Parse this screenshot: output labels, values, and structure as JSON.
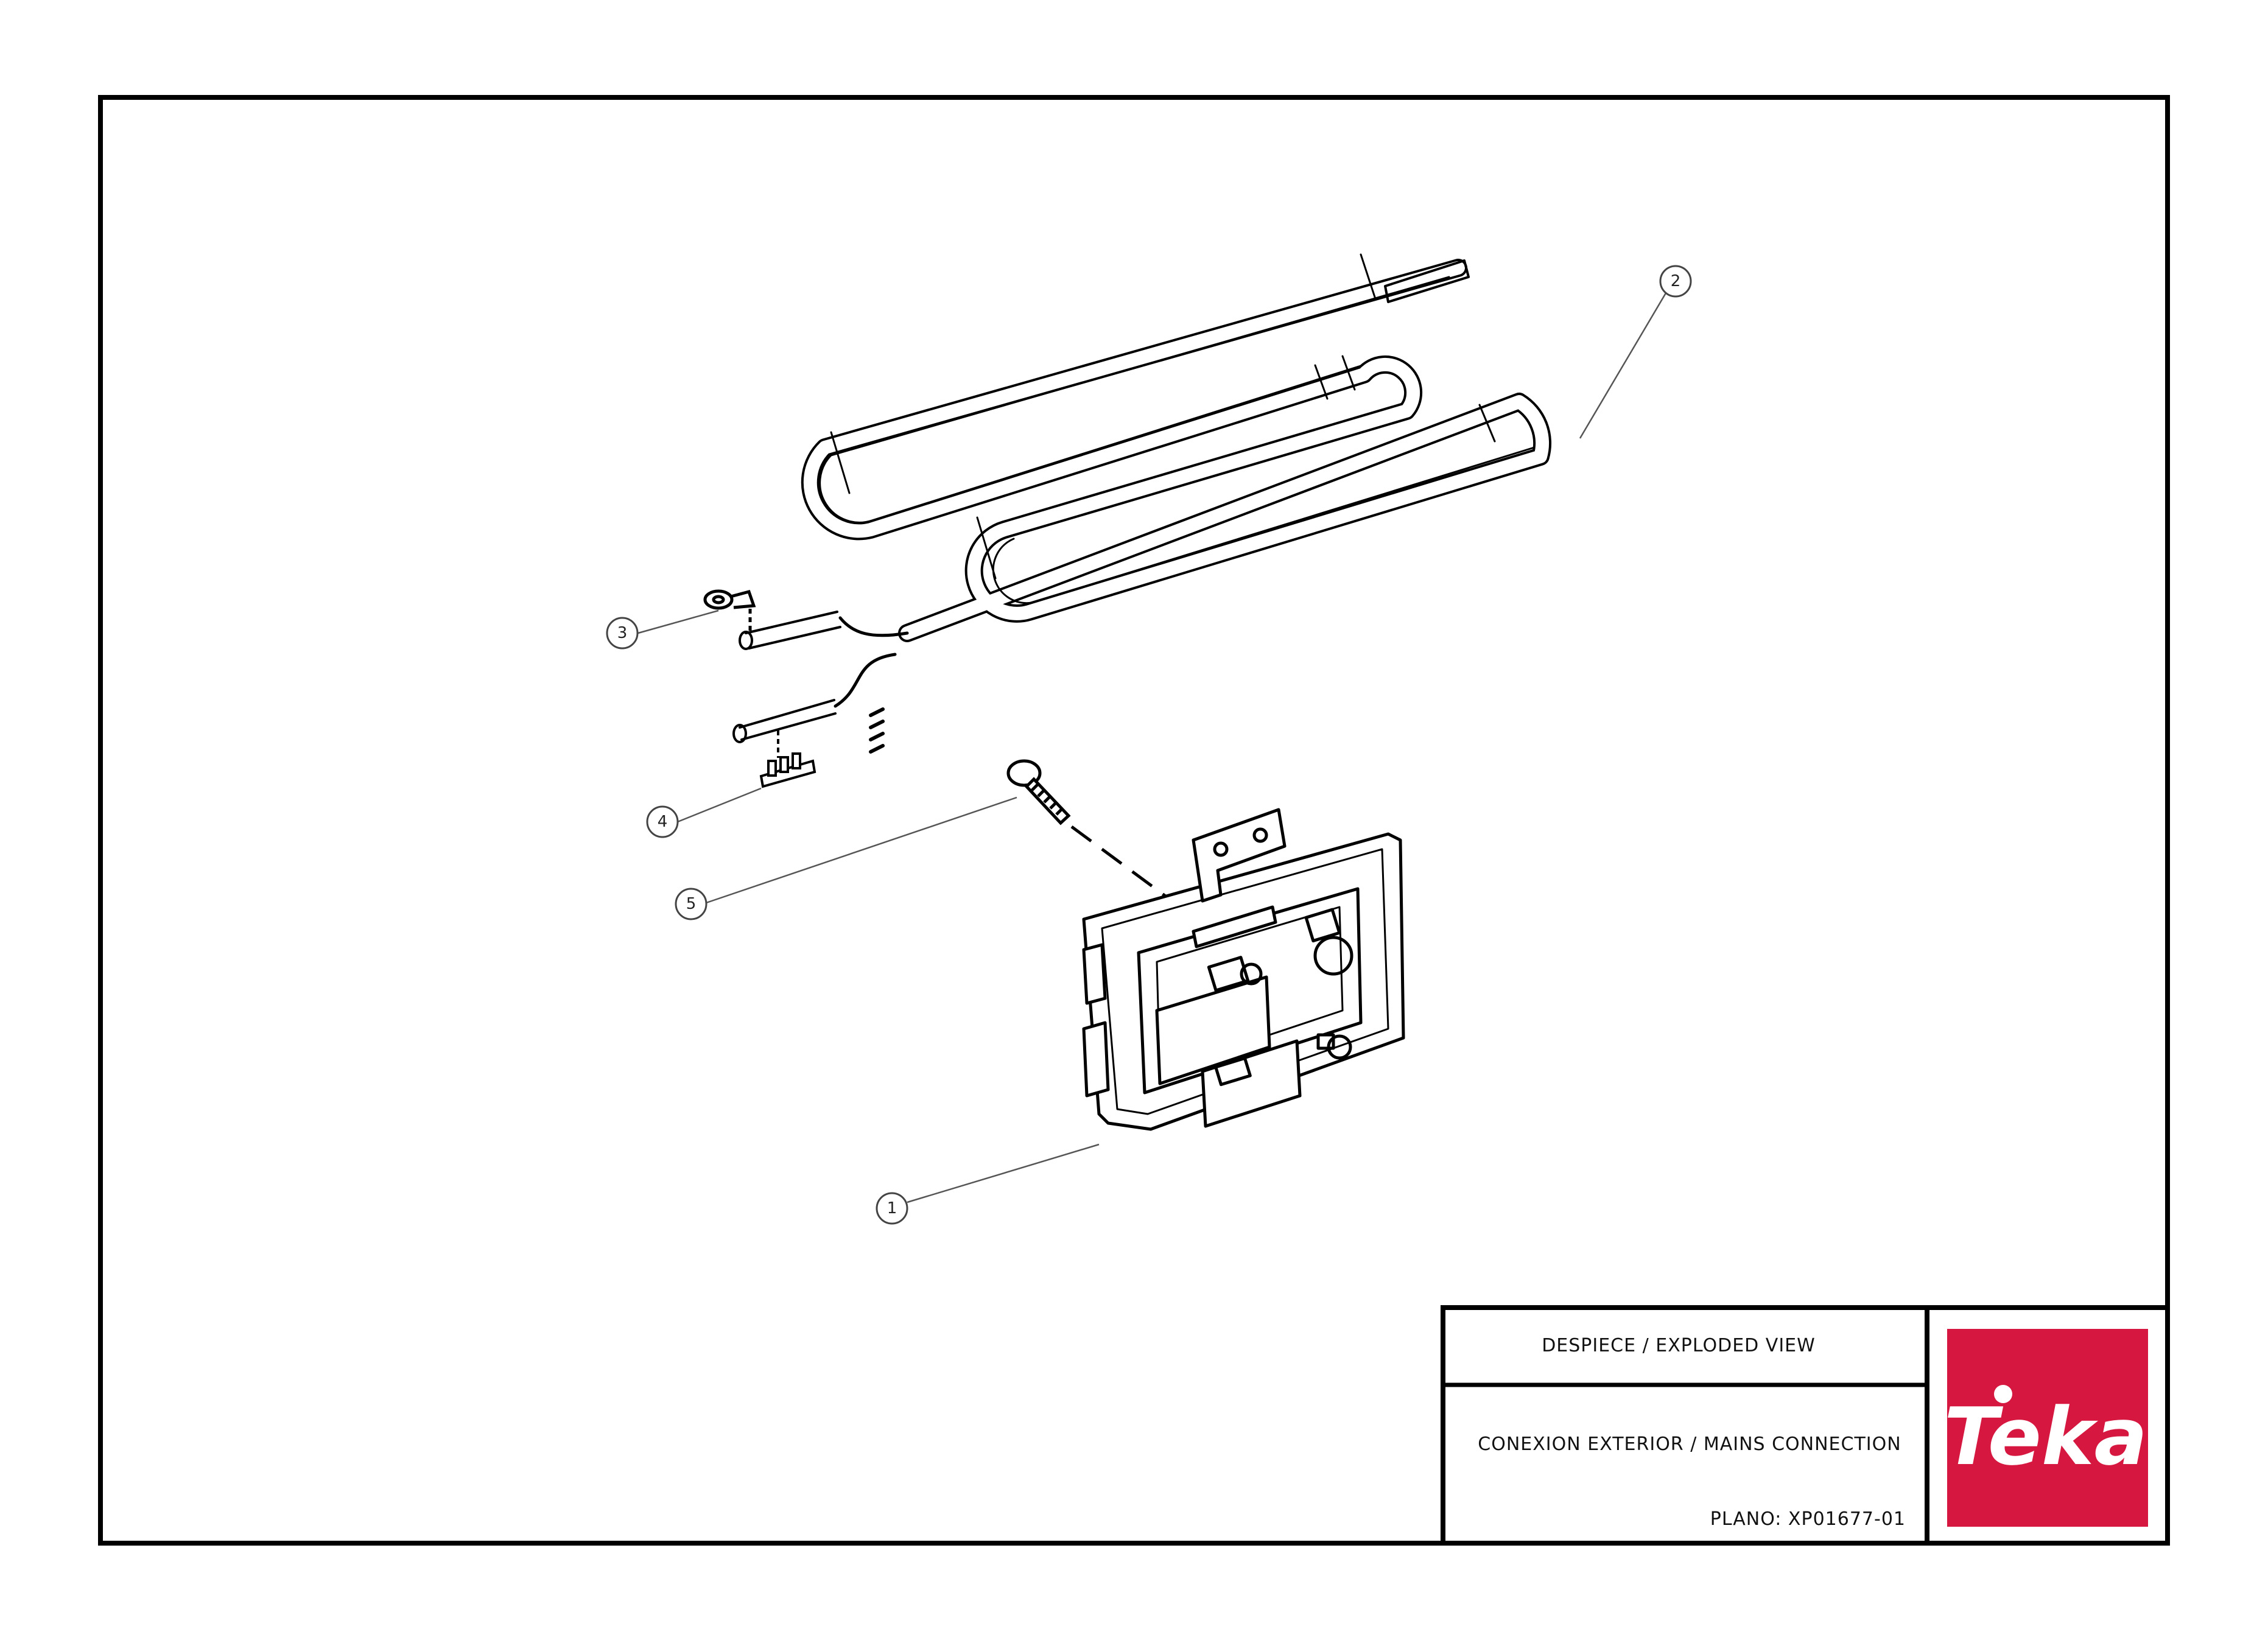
{
  "title_block": {
    "view_title": "DESPIECE / EXPLODED VIEW",
    "assembly_title": "CONEXION EXTERIOR / MAINS CONNECTION",
    "plan_label": "PLANO: XP01677-01"
  },
  "logo": {
    "text": "Teka",
    "color": "#d6173f"
  },
  "callouts": [
    "1",
    "2",
    "3",
    "4",
    "5"
  ],
  "parts": [
    {
      "callout": "1",
      "icon": "mains-connector-block"
    },
    {
      "callout": "2",
      "icon": "heating-element"
    },
    {
      "callout": "3",
      "icon": "ring-terminal"
    },
    {
      "callout": "4",
      "icon": "cable-clip"
    },
    {
      "callout": "5",
      "icon": "screw"
    }
  ]
}
